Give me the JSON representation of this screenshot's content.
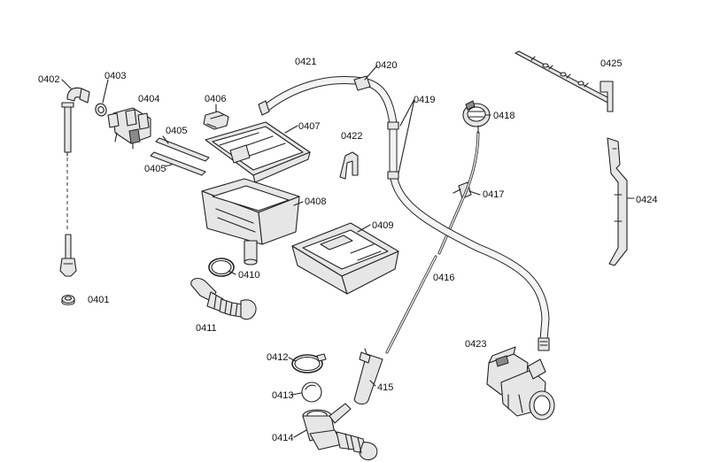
{
  "parts": [
    {
      "id": "p0401",
      "label": "0401"
    },
    {
      "id": "p0402",
      "label": "0402"
    },
    {
      "id": "p0403",
      "label": "0403"
    },
    {
      "id": "p0404",
      "label": "0404"
    },
    {
      "id": "p0405a",
      "label": "0405"
    },
    {
      "id": "p0405b",
      "label": "0405"
    },
    {
      "id": "p0406",
      "label": "0406"
    },
    {
      "id": "p0407",
      "label": "0407"
    },
    {
      "id": "p0408",
      "label": "0408"
    },
    {
      "id": "p0409",
      "label": "0409"
    },
    {
      "id": "p0410",
      "label": "0410"
    },
    {
      "id": "p0411",
      "label": "0411"
    },
    {
      "id": "p0412",
      "label": "0412"
    },
    {
      "id": "p0413",
      "label": "0413"
    },
    {
      "id": "p0414",
      "label": "0414"
    },
    {
      "id": "p415",
      "label": "415"
    },
    {
      "id": "p0416",
      "label": "0416"
    },
    {
      "id": "p0417",
      "label": "0417"
    },
    {
      "id": "p0418",
      "label": "0418"
    },
    {
      "id": "p0419",
      "label": "0419"
    },
    {
      "id": "p0420",
      "label": "0420"
    },
    {
      "id": "p0421",
      "label": "0421"
    },
    {
      "id": "p0422",
      "label": "0422"
    },
    {
      "id": "p0423",
      "label": "0423"
    },
    {
      "id": "p0424",
      "label": "0424"
    },
    {
      "id": "p0425",
      "label": "0425"
    }
  ]
}
